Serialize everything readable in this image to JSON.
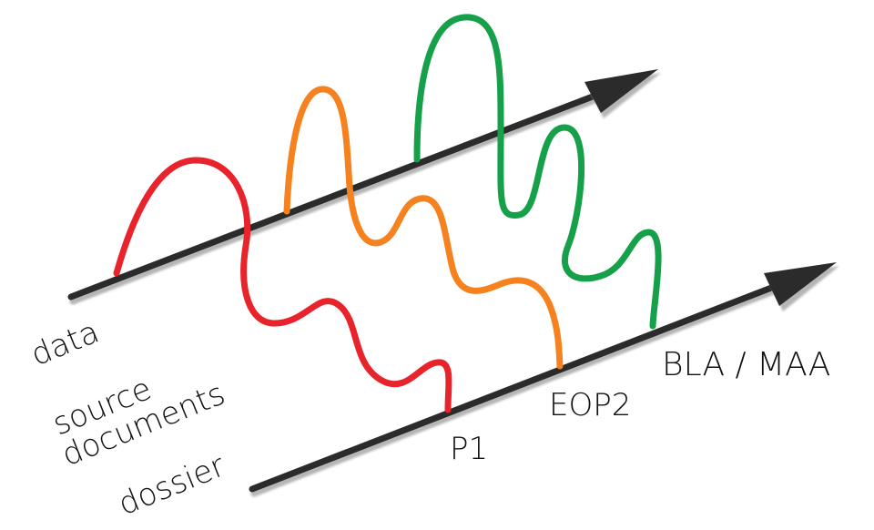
{
  "labels": {
    "data": "data",
    "source_documents_line1": "source",
    "source_documents_line2": "documents",
    "dossier": "dossier",
    "milestone_p1": "P1",
    "milestone_eop2": "EOP2",
    "milestone_bla": "BLA / MAA"
  },
  "colors": {
    "wave_red": "#e8232b",
    "wave_orange": "#f5821f",
    "wave_green": "#16a04a",
    "axis": "#2b2b2b",
    "axis_shadow": "#b5b5b5"
  }
}
